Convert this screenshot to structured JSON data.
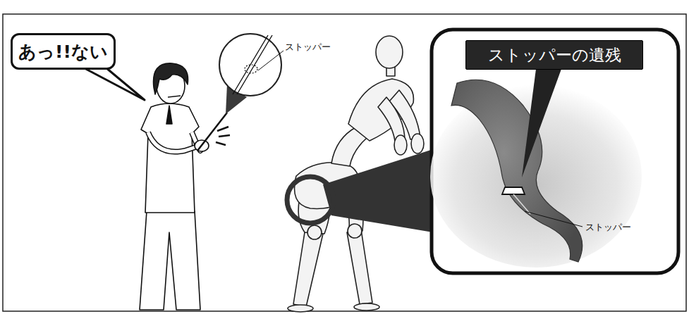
{
  "diagram": {
    "nodes": [
      {
        "text": [
          "あっ!!ない"
        ]
      },
      {
        "text": [
          "ストッパーの遺残"
        ]
      }
    ],
    "labels": [
      "ストッパー",
      "ストッパー"
    ]
  }
}
